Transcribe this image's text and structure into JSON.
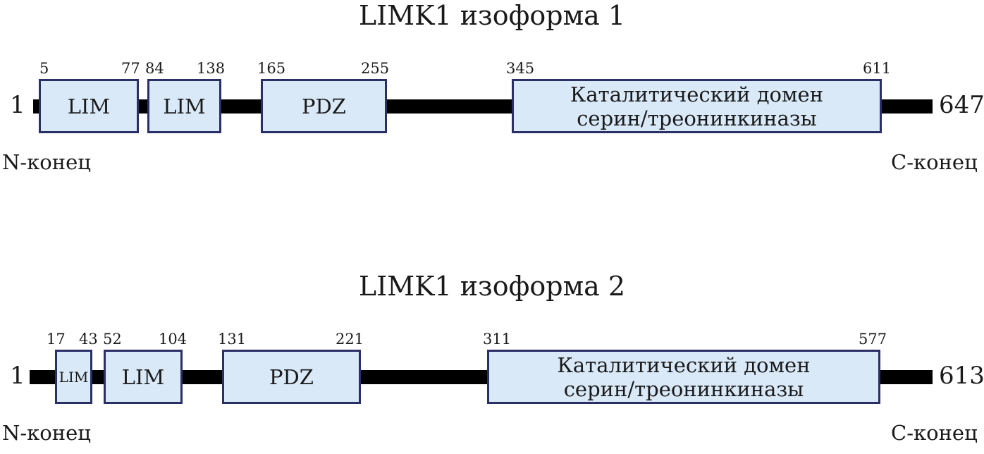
{
  "isoforms": [
    {
      "title": "LIMK1 изоформа 1",
      "start": "1",
      "end": "647",
      "n_terminus": "N-конец",
      "c_terminus": "C-конец",
      "domains": [
        {
          "label": "LIM",
          "start": "5",
          "end": "77"
        },
        {
          "label": "LIM",
          "start": "84",
          "end": "138"
        },
        {
          "label": "PDZ",
          "start": "165",
          "end": "255"
        },
        {
          "label_line1": "Каталитический домен",
          "label_line2": "серин/треонинкиназы",
          "start": "345",
          "end": "611"
        }
      ]
    },
    {
      "title": "LIMK1 изоформа 2",
      "start": "1",
      "end": "613",
      "n_terminus": "N-конец",
      "c_terminus": "C-конец",
      "domains": [
        {
          "label": "LIM",
          "start": "17",
          "end": "43"
        },
        {
          "label": "LIM",
          "start": "52",
          "end": "104"
        },
        {
          "label": "PDZ",
          "start": "131",
          "end": "221"
        },
        {
          "label_line1": "Каталитический домен",
          "label_line2": "серин/треонинкиназы",
          "start": "311",
          "end": "577"
        }
      ]
    }
  ],
  "colors": {
    "domain_fill": "#d9e9f8",
    "domain_border": "#2a2f66",
    "backbone": "#000000"
  }
}
